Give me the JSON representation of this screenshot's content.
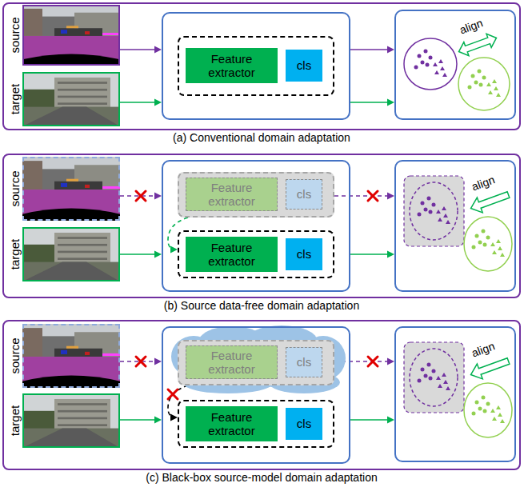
{
  "diagram": {
    "nodes": [
      {
        "text": [
          "(a) Conventional domain adaptation"
        ]
      },
      {
        "text": [
          "source"
        ],
        "in": 0
      },
      {
        "text": [
          "target"
        ],
        "in": 0
      },
      {
        "text": [],
        "in": 0
      },
      {
        "text": [],
        "in": 3
      },
      {
        "text": [
          "Feature extractor"
        ],
        "in": 4
      },
      {
        "text": [
          "cls"
        ],
        "in": 4
      },
      {
        "text": [
          "align"
        ],
        "in": 0
      },
      {
        "text": [
          "(b) Source data-free domain adaptation"
        ]
      },
      {
        "text": [
          "source"
        ],
        "in": 8
      },
      {
        "text": [
          "target"
        ],
        "in": 8
      },
      {
        "text": [],
        "in": 8
      },
      {
        "text": [],
        "in": 11
      },
      {
        "text": [
          "Feature extractor"
        ],
        "in": 12
      },
      {
        "text": [
          "cls"
        ],
        "in": 12
      },
      {
        "text": [],
        "in": 11
      },
      {
        "text": [
          "Feature extractor"
        ],
        "in": 15
      },
      {
        "text": [
          "cls"
        ],
        "in": 15
      },
      {
        "text": [
          "align"
        ],
        "in": 8
      },
      {
        "text": [
          "(c) Black-box source-model domain adaptation"
        ]
      },
      {
        "text": [
          "source"
        ],
        "in": 19
      },
      {
        "text": [
          "target"
        ],
        "in": 19
      },
      {
        "text": [],
        "in": 19
      },
      {
        "text": [],
        "in": 22
      },
      {
        "text": [
          "Feature extractor"
        ],
        "in": 23
      },
      {
        "text": [
          "cls"
        ],
        "in": 23
      },
      {
        "text": [],
        "in": 22
      },
      {
        "text": [
          "Feature extractor"
        ],
        "in": 26
      },
      {
        "text": [
          "cls"
        ],
        "in": 26
      },
      {
        "text": [
          "align"
        ],
        "in": 19
      }
    ],
    "edges": [
      {
        "from": 1,
        "to": 3,
        "arrow": "to"
      },
      {
        "from": 2,
        "to": 3,
        "arrow": "to"
      },
      {
        "from": 3,
        "to": 7,
        "arrow": "to"
      },
      {
        "from": 3,
        "to": 7,
        "arrow": "to"
      },
      {
        "from": 9,
        "to": 11,
        "arrow": "to"
      },
      {
        "from": 10,
        "to": 11,
        "arrow": "to"
      },
      {
        "from": 12,
        "to": 15,
        "arrow": "to"
      },
      {
        "from": 12,
        "to": 18,
        "arrow": "to"
      },
      {
        "from": 11,
        "to": 18,
        "arrow": "to"
      },
      {
        "from": 20,
        "to": 22,
        "arrow": "to"
      },
      {
        "from": 21,
        "to": 22,
        "arrow": "to"
      },
      {
        "from": 23,
        "to": 26,
        "arrow": "to"
      },
      {
        "from": 23,
        "to": 29,
        "arrow": "to"
      },
      {
        "from": 22,
        "to": 29,
        "arrow": "to"
      }
    ]
  }
}
